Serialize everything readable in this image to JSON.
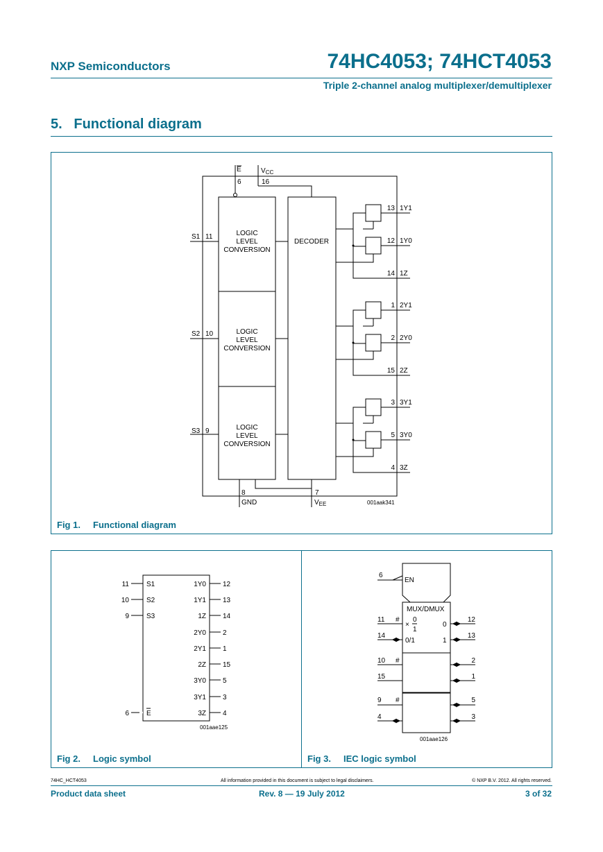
{
  "header": {
    "company": "NXP Semiconductors",
    "part_number": "74HC4053; 74HCT4053",
    "subtitle": "Triple 2-channel analog multiplexer/demultiplexer"
  },
  "section": {
    "title": "5.   Functional diagram"
  },
  "fig1": {
    "caption_num": "Fig 1.",
    "caption_text": "Functional diagram",
    "code": "001aak341",
    "pin_e_label": "E",
    "pin_e_num": "6",
    "vcc_label": "V",
    "vcc_sub": "CC",
    "vcc_num": "16",
    "gnd_num": "8",
    "gnd_label": "GND",
    "vee_num": "7",
    "vee_label": "V",
    "vee_sub": "EE",
    "decoder": "DECODER",
    "llc_line1": "LOGIC",
    "llc_line2": "LEVEL",
    "llc_line3": "CONVERSION",
    "inputs": [
      {
        "name": "S1",
        "pin": "11"
      },
      {
        "name": "S2",
        "pin": "10"
      },
      {
        "name": "S3",
        "pin": "9"
      }
    ],
    "outputs": [
      {
        "pin": "13",
        "name": "1Y1"
      },
      {
        "pin": "12",
        "name": "1Y0"
      },
      {
        "pin": "14",
        "name": "1Z"
      },
      {
        "pin": "1",
        "name": "2Y1"
      },
      {
        "pin": "2",
        "name": "2Y0"
      },
      {
        "pin": "15",
        "name": "2Z"
      },
      {
        "pin": "3",
        "name": "3Y1"
      },
      {
        "pin": "5",
        "name": "3Y0"
      },
      {
        "pin": "4",
        "name": "3Z"
      }
    ]
  },
  "fig2": {
    "caption_num": "Fig 2.",
    "caption_text": "Logic symbol",
    "code": "001aae125",
    "left_pins": [
      {
        "pin": "11",
        "name": "S1"
      },
      {
        "pin": "10",
        "name": "S2"
      },
      {
        "pin": "9",
        "name": "S3"
      }
    ],
    "enable": {
      "pin": "6",
      "name": "E"
    },
    "right_pins": [
      {
        "name": "1Y0",
        "pin": "12"
      },
      {
        "name": "1Y1",
        "pin": "13"
      },
      {
        "name": "1Z",
        "pin": "14"
      },
      {
        "name": "2Y0",
        "pin": "2"
      },
      {
        "name": "2Y1",
        "pin": "1"
      },
      {
        "name": "2Z",
        "pin": "15"
      },
      {
        "name": "3Y0",
        "pin": "5"
      },
      {
        "name": "3Y1",
        "pin": "3"
      },
      {
        "name": "3Z",
        "pin": "4"
      }
    ]
  },
  "fig3": {
    "caption_num": "Fig 3.",
    "caption_text": "IEC logic symbol",
    "code": "001aae126",
    "en_pin": "6",
    "en_label": "EN",
    "mux_label": "MUX/DMUX",
    "hash": "#",
    "times": "×",
    "frac_top": "0",
    "frac_bot": "1",
    "zero_one": "0/1",
    "out0": "0",
    "out1": "1",
    "left_pins": [
      "11",
      "14",
      "10",
      "15",
      "9",
      "4"
    ],
    "right_pins": [
      "12",
      "13",
      "2",
      "1",
      "5",
      "3"
    ]
  },
  "footer": {
    "doc_id": "74HC_HCT4053",
    "legal": "All information provided in this document is subject to legal disclaimers.",
    "copyright": "© NXP B.V. 2012. All rights reserved.",
    "doc_type": "Product data sheet",
    "revision": "Rev. 8 — 19 July 2012",
    "page": "3 of 32"
  }
}
